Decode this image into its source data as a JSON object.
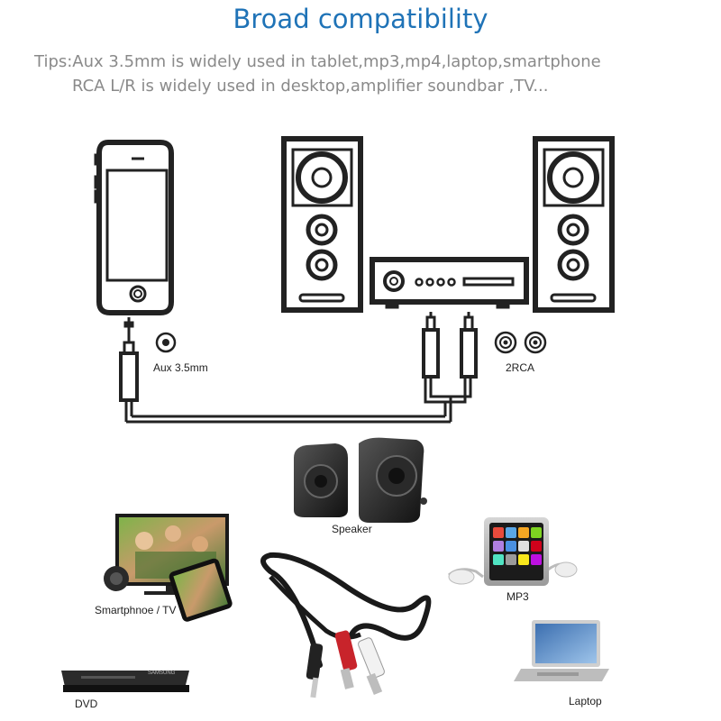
{
  "header": {
    "title": "Broad compatibility",
    "tip_line1": "Tips:Aux 3.5mm is widely used in tablet,mp3,mp4,laptop,smartphone",
    "tip_line2": "RCA L/R is widely used in desktop,amplifier soundbar ,TV..."
  },
  "diagram": {
    "aux_label": "Aux 3.5mm",
    "rca_label": "2RCA"
  },
  "devices": {
    "speaker": "Speaker",
    "mp3": "MP3",
    "smartphone_tv": "Smartphnoe / TV",
    "dvd": "DVD",
    "laptop": "Laptop",
    "dvd_brand": "SAMSUNG"
  },
  "colors": {
    "title": "#1f73b7",
    "tip_text": "#8a8a8a",
    "line_art": "#222222",
    "rca_red": "#c8242b"
  }
}
